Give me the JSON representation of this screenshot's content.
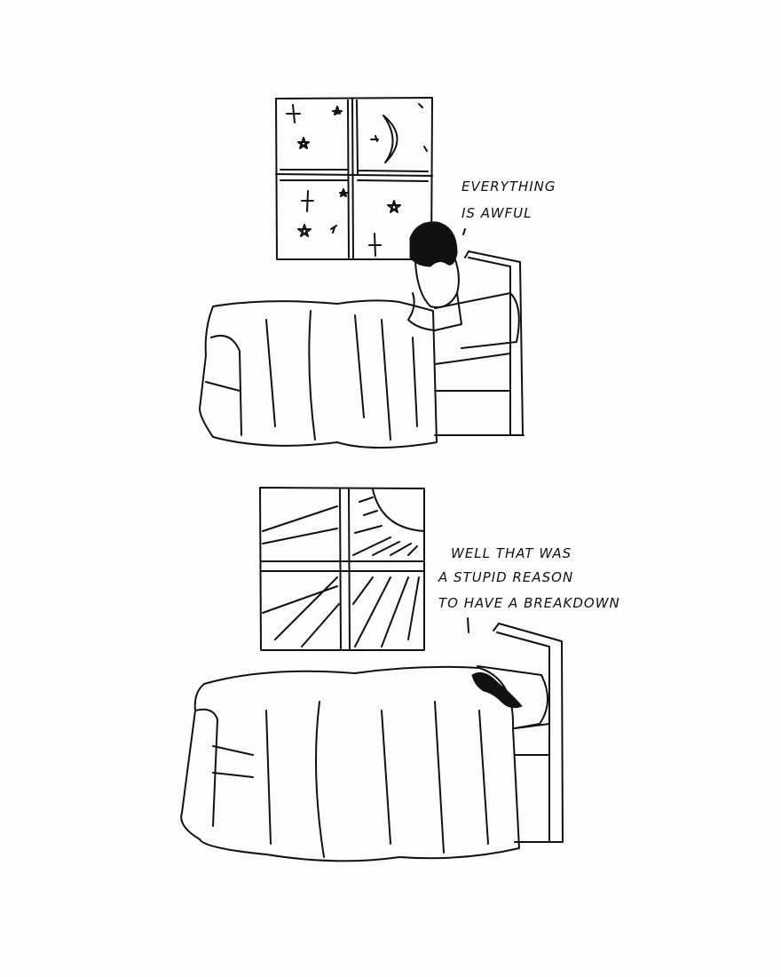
{
  "panels": [
    {
      "speech": [
        "EVERYTHING",
        "IS AWFUL"
      ],
      "window_scene": "night-sky-moon-stars"
    },
    {
      "speech": [
        "WELL THAT WAS",
        "A STUPID REASON",
        "TO HAVE A BREAKDOWN"
      ],
      "window_scene": "sun-rays"
    }
  ],
  "colors": {
    "ink": "#111111",
    "paper": "#fdfdfd"
  }
}
